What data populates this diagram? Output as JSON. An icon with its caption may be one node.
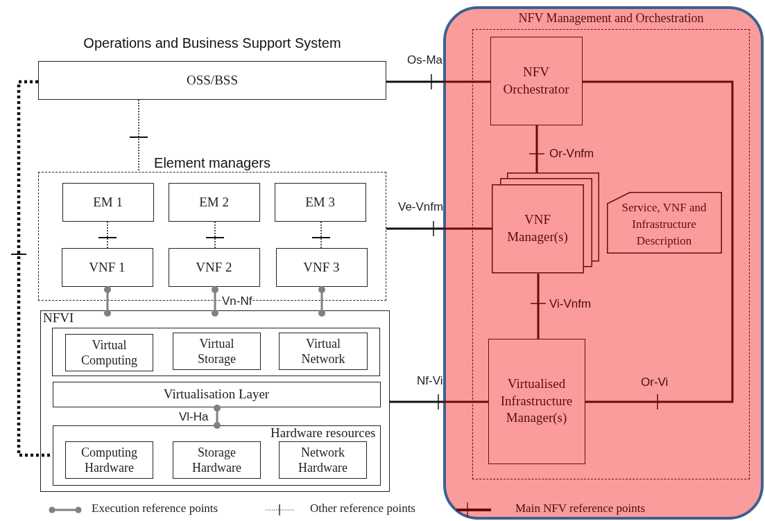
{
  "diagram": {
    "nodes": [
      {
        "text": [
          "Operations and Business Support System",
          "OSS/BSS"
        ]
      },
      {
        "text": [
          "Element managers"
        ]
      },
      {
        "text": [
          "EM 1"
        ],
        "in": 1
      },
      {
        "text": [
          "EM 2"
        ],
        "in": 1
      },
      {
        "text": [
          "EM 3"
        ],
        "in": 1
      },
      {
        "text": [
          "VNF 1"
        ],
        "in": 1
      },
      {
        "text": [
          "VNF 2"
        ],
        "in": 1
      },
      {
        "text": [
          "VNF 3"
        ],
        "in": 1
      },
      {
        "text": [
          "NFVI"
        ]
      },
      {
        "text": [],
        "shape": "box",
        "in": 8
      },
      {
        "text": [
          "Virtual Computing"
        ],
        "in": 9
      },
      {
        "text": [
          "Virtual Storage"
        ],
        "in": 9
      },
      {
        "text": [
          "Virtual Network"
        ],
        "in": 9
      },
      {
        "text": [
          "Virtualisation Layer"
        ],
        "in": 8
      },
      {
        "text": [
          "Hardware resources"
        ],
        "in": 8
      },
      {
        "text": [
          "Computing Hardware"
        ],
        "in": 14
      },
      {
        "text": [
          "Storage Hardware"
        ],
        "in": 14
      },
      {
        "text": [
          "Network Hardware"
        ],
        "in": 14
      },
      {
        "text": [
          "NFV Management and Orchestration"
        ]
      },
      {
        "text": [
          "NFV Orchestrator"
        ],
        "in": 18
      },
      {
        "text": [
          "VNF Manager(s)"
        ],
        "in": 18
      },
      {
        "text": [
          "Service, VNF and Infrastructure Description"
        ],
        "in": 18
      },
      {
        "text": [
          "Virtualised Infrastructure Manager(s)"
        ],
        "in": 18
      }
    ],
    "edges": [
      {
        "from": 0,
        "to": 19,
        "arrow": "none",
        "label": "Os-Ma"
      },
      {
        "from": 0,
        "to": 1,
        "arrow": "none",
        "style": "dashed"
      },
      {
        "from": 0,
        "to": 14,
        "arrow": "none",
        "style": "dashed"
      },
      {
        "from": 2,
        "to": 5,
        "arrow": "none",
        "style": "dashed"
      },
      {
        "from": 3,
        "to": 6,
        "arrow": "none",
        "style": "dashed"
      },
      {
        "from": 4,
        "to": 7,
        "arrow": "none",
        "style": "dashed"
      },
      {
        "from": 5,
        "to": 8,
        "arrow": "other",
        "color": "#808080"
      },
      {
        "from": 6,
        "to": 8,
        "arrow": "other",
        "color": "#808080",
        "label": "Vn-Nf"
      },
      {
        "from": 7,
        "to": 8,
        "arrow": "other",
        "color": "#808080"
      },
      {
        "from": 13,
        "to": 14,
        "arrow": "other",
        "color": "#808080",
        "label": "Vl-Ha"
      },
      {
        "from": 1,
        "to": 20,
        "arrow": "none",
        "label": "Ve-Vnfm"
      },
      {
        "from": 19,
        "to": 20,
        "arrow": "none",
        "label": "Or-Vnfm",
        "color": "#6b0a0a"
      },
      {
        "from": 20,
        "to": 22,
        "arrow": "none",
        "label": "Vi-Vnfm",
        "color": "#6b0a0a"
      },
      {
        "from": 8,
        "to": 22,
        "arrow": "none",
        "label": "Nf-Vi"
      },
      {
        "from": 22,
        "to": 19,
        "arrow": "none",
        "label": "Or-Vi",
        "color": "#6b0a0a"
      }
    ],
    "legend": [
      {
        "text": "Execution reference points"
      },
      {
        "text": "Other reference points"
      },
      {
        "text": "Main NFV reference points"
      }
    ]
  }
}
